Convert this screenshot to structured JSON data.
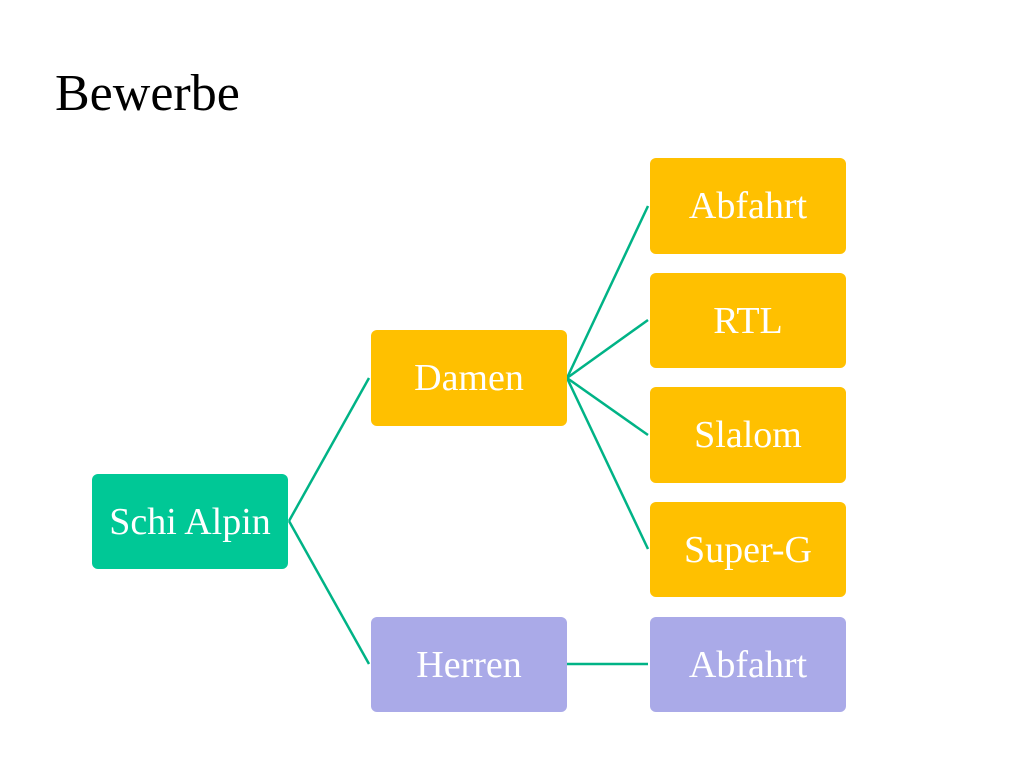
{
  "title": "Bewerbe",
  "colors": {
    "root": "#00c896",
    "damen": "#ffc000",
    "herren": "#aaaae8",
    "connector": "#00b386"
  },
  "tree": {
    "root": {
      "label": "Schi Alpin"
    },
    "damen": {
      "label": "Damen",
      "children": [
        {
          "label": "Abfahrt"
        },
        {
          "label": "RTL"
        },
        {
          "label": "Slalom"
        },
        {
          "label": "Super-G"
        }
      ]
    },
    "herren": {
      "label": "Herren",
      "children": [
        {
          "label": "Abfahrt"
        }
      ]
    }
  }
}
